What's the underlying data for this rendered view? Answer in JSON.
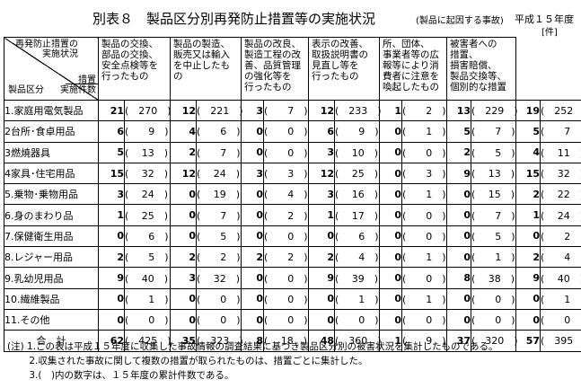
{
  "header": {
    "title": "別表８　製品区分別再発防止措置等の実施状況",
    "subnote": "(製品に起因する事故)",
    "year": "平成１５年度",
    "unit": "[件]"
  },
  "table": {
    "corner": {
      "top": "再発防止措置の\n実施状況",
      "mid": "措置",
      "left": "製品区分",
      "right": "実施件数"
    },
    "columns": [
      "製品の交換、\n部品の交換、\n安全点検等を\n行ったもの",
      "製品の製造、\n販売又は輸入\nを中止したも\nの",
      "製品の改良、\n製造工程の改\n善、品質管理\nの強化等を\n行ったもの",
      "表示の改善、\n取扱説明書の\n見直し等を\n行ったもの",
      "所、団体、\n事業者等の広\n報等により消\n費者に注意を\n喚起したもの",
      "被害者への\n措置、\n損害賠償、\n製品交換等、\n個別的な措置"
    ],
    "rows": [
      {
        "label": "1.家庭用電気製品",
        "cells": [
          [
            "21",
            "(　270　)"
          ],
          [
            "12",
            "(　221　)"
          ],
          [
            "3",
            "(　　7　)"
          ],
          [
            "12",
            "(　233　)"
          ],
          [
            "1",
            "(　　2　)"
          ],
          [
            "13",
            "(　229　)"
          ],
          [
            "19",
            "(　252　)"
          ]
        ]
      },
      {
        "label": "2台所･食卓用品",
        "cells": [
          [
            "6",
            "(　　9　)"
          ],
          [
            "4",
            "(　　6　)"
          ],
          [
            "0",
            "(　　0　)"
          ],
          [
            "6",
            "(　　9　)"
          ],
          [
            "0",
            "(　　1　)"
          ],
          [
            "5",
            "(　　7　)"
          ],
          [
            "5",
            "(　　7　)"
          ]
        ]
      },
      {
        "label": "3燃焼器具",
        "cells": [
          [
            "5",
            "(　 13　)"
          ],
          [
            "2",
            "(　　7　)"
          ],
          [
            "0",
            "(　　0　)"
          ],
          [
            "3",
            "(　 10　)"
          ],
          [
            "0",
            "(　　0　)"
          ],
          [
            "2",
            "(　　5　)"
          ],
          [
            "4",
            "(　 11　)"
          ]
        ]
      },
      {
        "label": "4家具･住宅用品",
        "cells": [
          [
            "15",
            "(　 32　)"
          ],
          [
            "12",
            "(　 24　)"
          ],
          [
            "3",
            "(　　3　)"
          ],
          [
            "12",
            "(　 25　)"
          ],
          [
            "0",
            "(　　3　)"
          ],
          [
            "9",
            "(　 13　)"
          ],
          [
            "15",
            "(　 32　)"
          ]
        ]
      },
      {
        "label": "5.乗物･乗物用品",
        "cells": [
          [
            "3",
            "(　 24　)"
          ],
          [
            "0",
            "(　 19　)"
          ],
          [
            "0",
            "(　　4　)"
          ],
          [
            "3",
            "(　 16　)"
          ],
          [
            "0",
            "(　　1　)"
          ],
          [
            "0",
            "(　 15　)"
          ],
          [
            "2",
            "(　 22　)"
          ]
        ]
      },
      {
        "label": "6.身のまわり品",
        "cells": [
          [
            "1",
            "(　 25　)"
          ],
          [
            "0",
            "(　　7　)"
          ],
          [
            "0",
            "(　　2　)"
          ],
          [
            "1",
            "(　 17　)"
          ],
          [
            "0",
            "(　　0　)"
          ],
          [
            "0",
            "(　　7　)"
          ],
          [
            "1",
            "(　 24　)"
          ]
        ]
      },
      {
        "label": "7.保健衛生用品",
        "cells": [
          [
            "0",
            "(　　6　)"
          ],
          [
            "0",
            "(　　5　)"
          ],
          [
            "0",
            "(　　0　)"
          ],
          [
            "0",
            "(　　6　)"
          ],
          [
            "0",
            "(　　0　)"
          ],
          [
            "0",
            "(　　5　)"
          ],
          [
            "0",
            "(　　2　)"
          ]
        ]
      },
      {
        "label": "8.レジャー用品",
        "cells": [
          [
            "2",
            "(　　5　)"
          ],
          [
            "2",
            "(　　2　)"
          ],
          [
            "2",
            "(　　2　)"
          ],
          [
            "2",
            "(　　4　)"
          ],
          [
            "0",
            "(　　1　)"
          ],
          [
            "0",
            "(　　1　)"
          ],
          [
            "2",
            "(　　4　)"
          ]
        ]
      },
      {
        "label": "9.乳幼児用品",
        "cells": [
          [
            "9",
            "(　 40　)"
          ],
          [
            "3",
            "(　 32　)"
          ],
          [
            "0",
            "(　　0　)"
          ],
          [
            "9",
            "(　 39　)"
          ],
          [
            "0",
            "(　　0　)"
          ],
          [
            "8",
            "(　 38　)"
          ],
          [
            "9",
            "(　 40　)"
          ]
        ]
      },
      {
        "label": "10.繊維製品",
        "cells": [
          [
            "0",
            "(　　1　)"
          ],
          [
            "0",
            "(　　0　)"
          ],
          [
            "0",
            "(　　0　)"
          ],
          [
            "0",
            "(　　1　)"
          ],
          [
            "0",
            "(　　1　)"
          ],
          [
            "0",
            "(　　0　)"
          ],
          [
            "0",
            "(　　1　)"
          ]
        ]
      },
      {
        "label": "11.その他",
        "cells": [
          [
            "0",
            "(　　0　)"
          ],
          [
            "0",
            "(　　0　)"
          ],
          [
            "0",
            "(　　0　)"
          ],
          [
            "0",
            "(　　0　)"
          ],
          [
            "0",
            "(　　0　)"
          ],
          [
            "0",
            "(　　0　)"
          ],
          [
            "0",
            "(　　0　)"
          ]
        ]
      }
    ],
    "total": {
      "label": "合　計",
      "cells": [
        [
          "62",
          "(　425　)"
        ],
        [
          "35",
          "(　323　)"
        ],
        [
          "8",
          "(　 18　)"
        ],
        [
          "48",
          "(　360　)"
        ],
        [
          "1",
          "(　　9　)"
        ],
        [
          "37",
          "(　320　)"
        ],
        [
          "57",
          "(　395　)"
        ]
      ]
    }
  },
  "notes": [
    "(注) 1.この表は平成１５年度に収集した事故情報の調査結果に基づき製品区分別の被害状況を集計したものである。",
    "　　 2.収集された事故に関して複数の措置が取られたものは、措置ごとに集計した。",
    "　　 3.(　)内の数字は、１５年度の累計件数である。"
  ]
}
